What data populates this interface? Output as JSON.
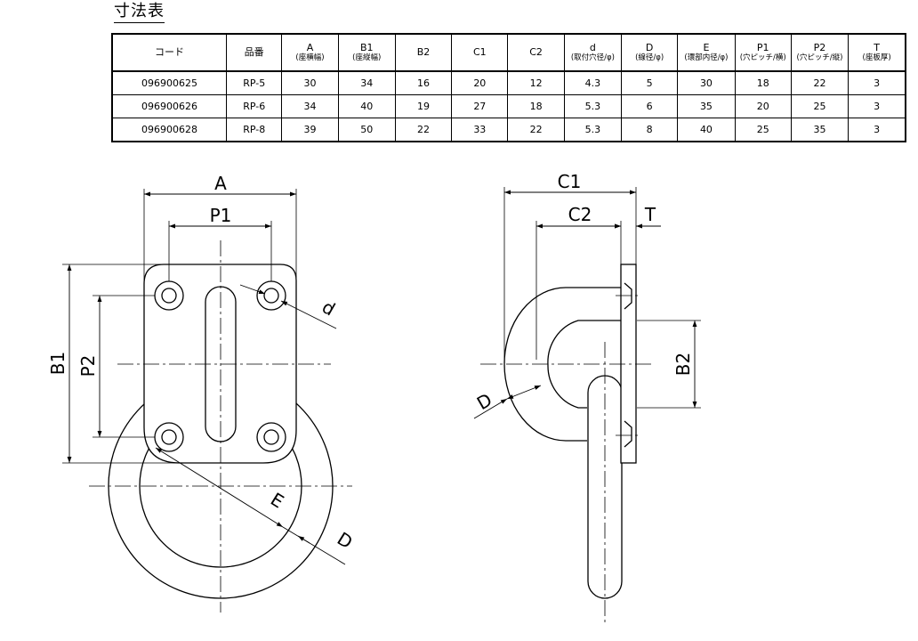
{
  "heading": "寸法表",
  "table": {
    "columns": [
      {
        "label": "コード",
        "sub": ""
      },
      {
        "label": "品番",
        "sub": ""
      },
      {
        "label": "A",
        "sub": "(座横幅)"
      },
      {
        "label": "B1",
        "sub": "(座縦幅)"
      },
      {
        "label": "B2",
        "sub": ""
      },
      {
        "label": "C1",
        "sub": ""
      },
      {
        "label": "C2",
        "sub": ""
      },
      {
        "label": "d",
        "sub": "(取付穴径/φ)"
      },
      {
        "label": "D",
        "sub": "(線径/φ)"
      },
      {
        "label": "E",
        "sub": "(環部内径/φ)"
      },
      {
        "label": "P1",
        "sub": "(穴ピッチ/横)"
      },
      {
        "label": "P2",
        "sub": "(穴ピッチ/縦)"
      },
      {
        "label": "T",
        "sub": "(座板厚)"
      }
    ],
    "rows": [
      [
        "096900625",
        "RP-5",
        "30",
        "34",
        "16",
        "20",
        "12",
        "4.3",
        "5",
        "30",
        "18",
        "22",
        "3"
      ],
      [
        "096900626",
        "RP-6",
        "34",
        "40",
        "19",
        "27",
        "18",
        "5.3",
        "6",
        "35",
        "20",
        "25",
        "3"
      ],
      [
        "096900628",
        "RP-8",
        "39",
        "50",
        "22",
        "33",
        "22",
        "5.3",
        "8",
        "40",
        "25",
        "35",
        "3"
      ]
    ]
  },
  "drawing": {
    "labels": {
      "A": "A",
      "P1": "P1",
      "B1": "B1",
      "P2": "P2",
      "d": "d",
      "E": "E",
      "D": "D",
      "C1": "C1",
      "C2": "C2",
      "T": "T",
      "B2": "B2"
    }
  }
}
